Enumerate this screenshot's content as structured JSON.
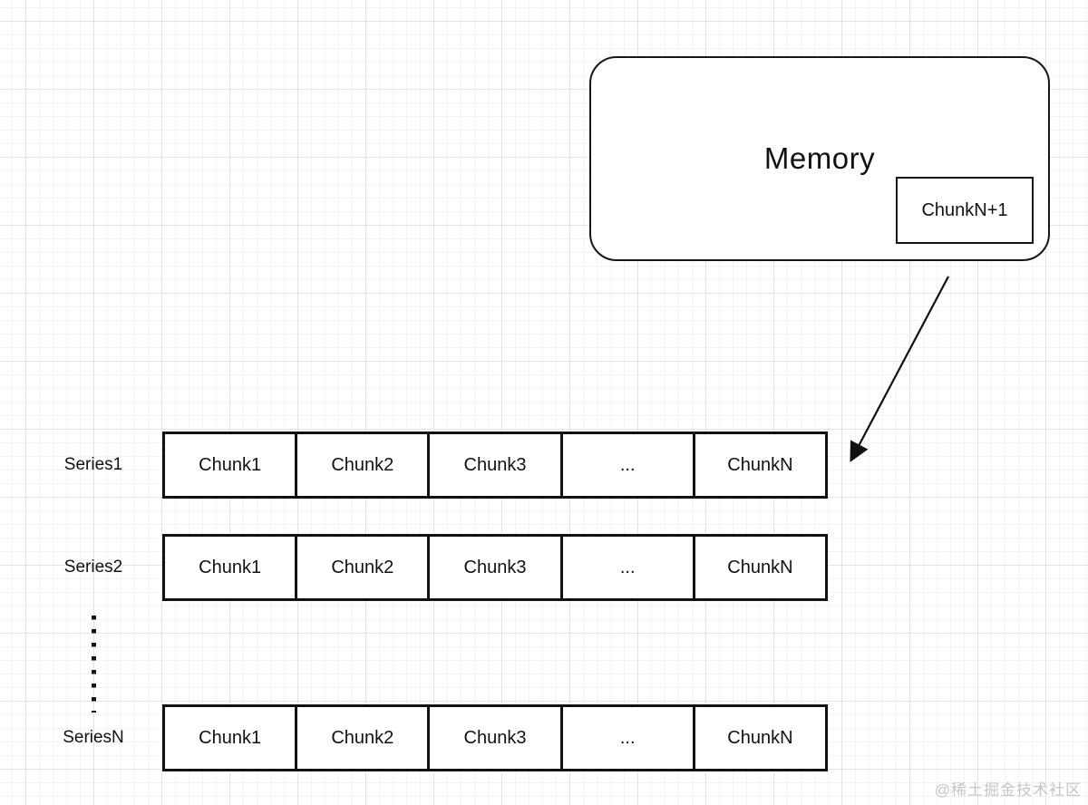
{
  "diagram": {
    "memory": {
      "title": "Memory",
      "chunk_label": "ChunkN+1"
    },
    "rows": [
      {
        "label": "Series1",
        "cells": [
          "Chunk1",
          "Chunk2",
          "Chunk3",
          "...",
          "ChunkN"
        ]
      },
      {
        "label": "Series2",
        "cells": [
          "Chunk1",
          "Chunk2",
          "Chunk3",
          "...",
          "ChunkN"
        ]
      },
      {
        "label": "SeriesN",
        "cells": [
          "Chunk1",
          "Chunk2",
          "Chunk3",
          "...",
          "ChunkN"
        ]
      }
    ]
  },
  "watermark": "@稀土掘金技术社区",
  "colors": {
    "stroke": "#111111",
    "background": "#ffffff",
    "grid_major": "#e3e3e3",
    "grid_minor": "#f3f3f3",
    "watermark": "#c6c6c6"
  }
}
